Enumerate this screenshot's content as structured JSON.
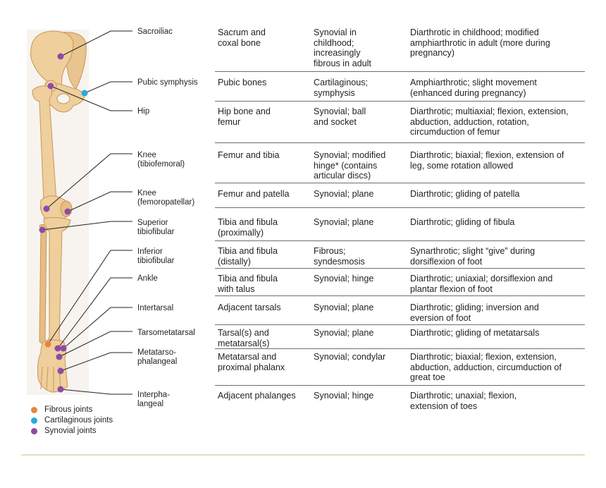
{
  "colors": {
    "bone": "#efcf9c",
    "bone_shadow": "#d9a96b",
    "leader": "#231f20",
    "fibrous": "#e8843f",
    "cartilaginous": "#28aae1",
    "synovial": "#8e4aa6",
    "rule": "#6d6e71",
    "bottom_rule": "#d4e5c1"
  },
  "legend": [
    {
      "label": "Fibrous joints",
      "color": "#e8843f"
    },
    {
      "label": "Cartilaginous joints",
      "color": "#28aae1"
    },
    {
      "label": "Synovial joints",
      "color": "#8e4aa6"
    }
  ],
  "labels": [
    "Sacroiliac",
    "Pubic symphysis",
    "Hip",
    "Knee\n(tibiofemoral)",
    "Knee\n(femoropatellar)",
    "Superior\ntibiofibular",
    "Inferior\ntibiofibular",
    "Ankle",
    "Intertarsal",
    "Tarsometatarsal",
    "Metatarso-\nphalangeal",
    "Interpha-\nlangeal"
  ],
  "rows": [
    {
      "bones": "Sacrum and\ncoxal bone",
      "type": "Synovial in\nchildhood;\nincreasingly\nfibrous in adult",
      "movement": "Diarthrotic in childhood; modified\namphiarthrotic in adult (more during\npregnancy)"
    },
    {
      "bones": "Pubic bones",
      "type": "Cartilaginous;\nsymphysis",
      "movement": "Amphiarthrotic; slight movement\n(enhanced during pregnancy)"
    },
    {
      "bones": "Hip bone and\nfemur",
      "type": "Synovial; ball\nand socket",
      "movement": "Diarthrotic; multiaxial; flexion, extension,\nabduction, adduction, rotation,\ncircumduction of femur"
    },
    {
      "bones": "Femur and tibia",
      "type": "Synovial; modified\nhinge* (contains\narticular discs)",
      "movement": "Diarthrotic; biaxial; flexion, extension of\nleg, some rotation allowed"
    },
    {
      "bones": "Femur and patella",
      "type": "Synovial; plane",
      "movement": "Diarthrotic; gliding of patella"
    },
    {
      "bones": "Tibia and fibula\n(proximally)",
      "type": "Synovial; plane",
      "movement": "Diarthrotic; gliding of fibula"
    },
    {
      "bones": "Tibia and fibula\n(distally)",
      "type": "Fibrous;\nsyndesmosis",
      "movement": "Synarthrotic; slight “give” during\ndorsiflexion of foot"
    },
    {
      "bones": "Tibia and fibula\nwith talus",
      "type": "Synovial; hinge",
      "movement": "Diarthrotic; uniaxial; dorsiflexion and\nplantar flexion of foot"
    },
    {
      "bones": "Adjacent tarsals",
      "type": "Synovial; plane",
      "movement": "Diarthrotic; gliding; inversion and\neversion of foot"
    },
    {
      "bones": "Tarsal(s) and\nmetatarsal(s)",
      "type": "Synovial; plane",
      "movement": "Diarthrotic; gliding of metatarsals"
    },
    {
      "bones": "Metatarsal and\nproximal phalanx",
      "type": "Synovial; condylar",
      "movement": "Diarthrotic; biaxial; flexion, extension,\nabduction, adduction, circumduction of\ngreat toe"
    },
    {
      "bones": "Adjacent phalanges",
      "type": "Synovial; hinge",
      "movement": "Diarthrotic; unaxial; flexion,\nextension of toes"
    }
  ]
}
